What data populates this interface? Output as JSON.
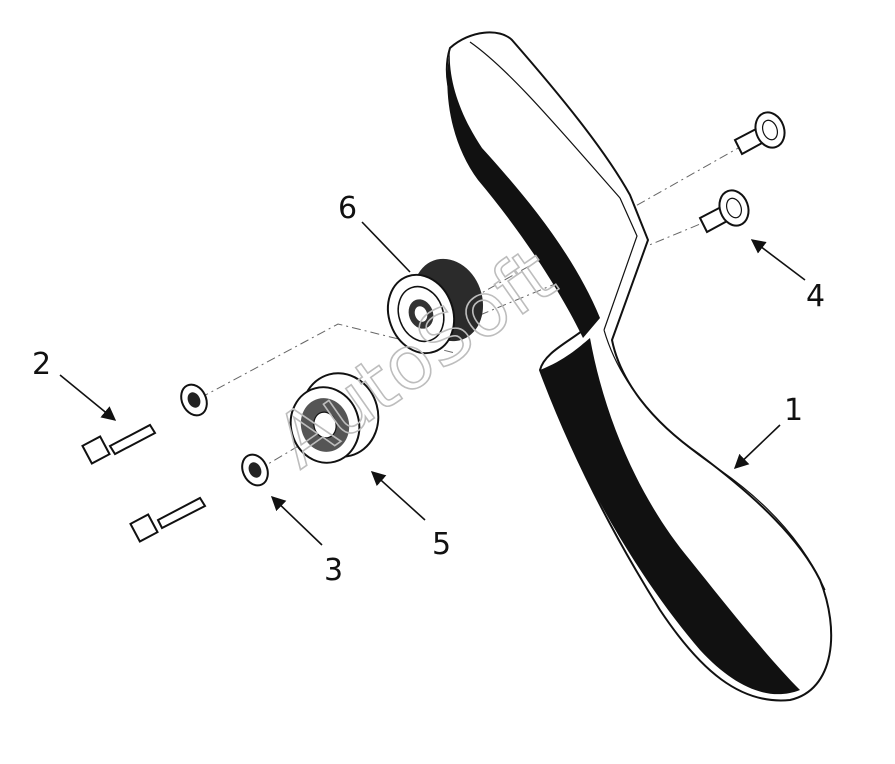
{
  "watermark": "AutoSoft",
  "callouts": [
    {
      "id": "1",
      "label": "1",
      "part": "belt"
    },
    {
      "id": "2",
      "label": "2",
      "part": "bolt"
    },
    {
      "id": "3",
      "label": "3",
      "part": "washer"
    },
    {
      "id": "4",
      "label": "4",
      "part": "stud-bolt"
    },
    {
      "id": "5",
      "label": "5",
      "part": "tensioner-pulley"
    },
    {
      "id": "6",
      "label": "6",
      "part": "idler-pulley"
    }
  ]
}
